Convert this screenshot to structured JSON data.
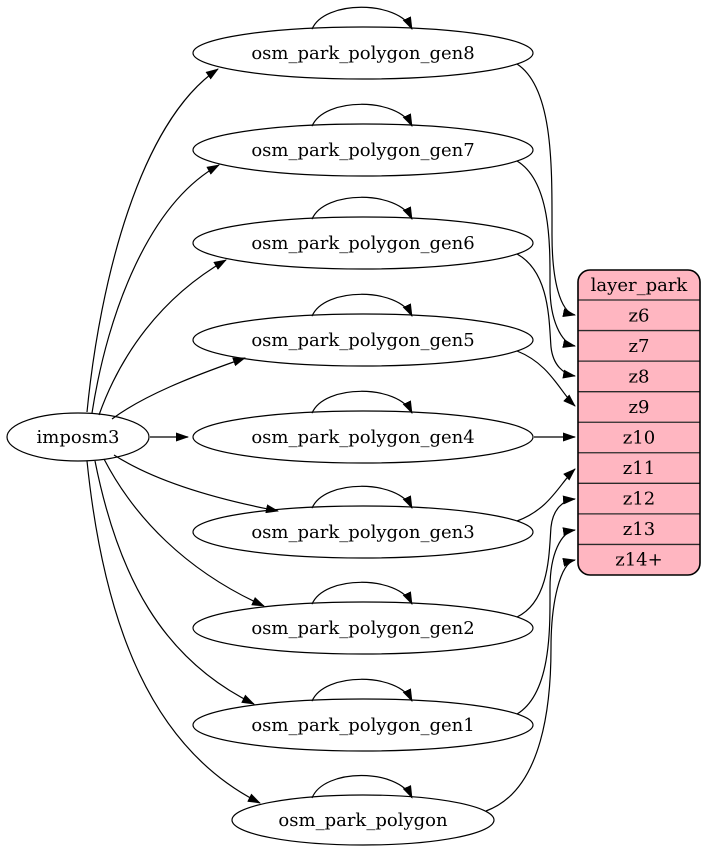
{
  "diagram": {
    "kind": "etl-graph",
    "source_node": {
      "id": "imposm3",
      "label": "imposm3"
    },
    "table_nodes": [
      {
        "id": "osm_park_polygon_gen8",
        "label": "osm_park_polygon_gen8"
      },
      {
        "id": "osm_park_polygon_gen7",
        "label": "osm_park_polygon_gen7"
      },
      {
        "id": "osm_park_polygon_gen6",
        "label": "osm_park_polygon_gen6"
      },
      {
        "id": "osm_park_polygon_gen5",
        "label": "osm_park_polygon_gen5"
      },
      {
        "id": "osm_park_polygon_gen4",
        "label": "osm_park_polygon_gen4"
      },
      {
        "id": "osm_park_polygon_gen3",
        "label": "osm_park_polygon_gen3"
      },
      {
        "id": "osm_park_polygon_gen2",
        "label": "osm_park_polygon_gen2"
      },
      {
        "id": "osm_park_polygon_gen1",
        "label": "osm_park_polygon_gen1"
      },
      {
        "id": "osm_park_polygon",
        "label": "osm_park_polygon"
      }
    ],
    "layer_table": {
      "title": "layer_park",
      "rows": [
        "z6",
        "z7",
        "z8",
        "z9",
        "z10",
        "z11",
        "z12",
        "z13",
        "z14+"
      ]
    },
    "edges": [
      {
        "from": "imposm3",
        "to": "osm_park_polygon_gen8"
      },
      {
        "from": "imposm3",
        "to": "osm_park_polygon_gen7"
      },
      {
        "from": "imposm3",
        "to": "osm_park_polygon_gen6"
      },
      {
        "from": "imposm3",
        "to": "osm_park_polygon_gen5"
      },
      {
        "from": "imposm3",
        "to": "osm_park_polygon_gen4"
      },
      {
        "from": "imposm3",
        "to": "osm_park_polygon_gen3"
      },
      {
        "from": "imposm3",
        "to": "osm_park_polygon_gen2"
      },
      {
        "from": "imposm3",
        "to": "osm_park_polygon_gen1"
      },
      {
        "from": "imposm3",
        "to": "osm_park_polygon"
      },
      {
        "from": "osm_park_polygon_gen8",
        "to": "osm_park_polygon_gen8"
      },
      {
        "from": "osm_park_polygon_gen7",
        "to": "osm_park_polygon_gen7"
      },
      {
        "from": "osm_park_polygon_gen6",
        "to": "osm_park_polygon_gen6"
      },
      {
        "from": "osm_park_polygon_gen5",
        "to": "osm_park_polygon_gen5"
      },
      {
        "from": "osm_park_polygon_gen4",
        "to": "osm_park_polygon_gen4"
      },
      {
        "from": "osm_park_polygon_gen3",
        "to": "osm_park_polygon_gen3"
      },
      {
        "from": "osm_park_polygon_gen2",
        "to": "osm_park_polygon_gen2"
      },
      {
        "from": "osm_park_polygon_gen1",
        "to": "osm_park_polygon_gen1"
      },
      {
        "from": "osm_park_polygon",
        "to": "osm_park_polygon"
      },
      {
        "from": "osm_park_polygon_gen8",
        "to": "z6"
      },
      {
        "from": "osm_park_polygon_gen7",
        "to": "z7"
      },
      {
        "from": "osm_park_polygon_gen6",
        "to": "z8"
      },
      {
        "from": "osm_park_polygon_gen5",
        "to": "z9"
      },
      {
        "from": "osm_park_polygon_gen4",
        "to": "z10"
      },
      {
        "from": "osm_park_polygon_gen3",
        "to": "z11"
      },
      {
        "from": "osm_park_polygon_gen2",
        "to": "z12"
      },
      {
        "from": "osm_park_polygon_gen1",
        "to": "z13"
      },
      {
        "from": "osm_park_polygon",
        "to": "z14+"
      }
    ],
    "colors": {
      "background": "#ffffff",
      "node_fill": "#ffffff",
      "table_fill": "#ffb6c1",
      "stroke": "#000000",
      "separator": "#2a2a2a"
    }
  }
}
